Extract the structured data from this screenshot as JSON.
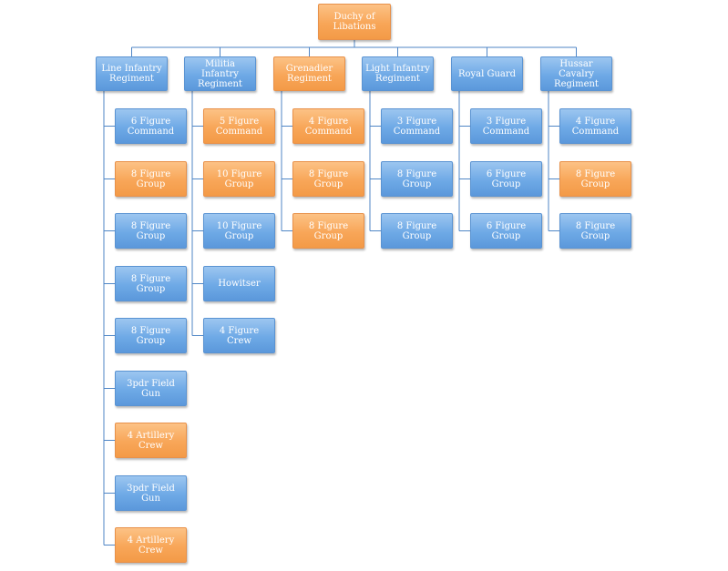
{
  "colors": {
    "blue": "#6ea9e6",
    "orange": "#f8a658",
    "connector": "#4f86c6"
  },
  "root": {
    "label": "Duchy of Libations",
    "color": "orange"
  },
  "regiments": [
    {
      "label": "Line Infantry Regiment",
      "color": "blue",
      "units": [
        {
          "label": "6 Figure Command",
          "color": "blue"
        },
        {
          "label": "8 Figure Group",
          "color": "orange"
        },
        {
          "label": "8 Figure Group",
          "color": "blue"
        },
        {
          "label": "8 Figure Group",
          "color": "blue"
        },
        {
          "label": "8 Figure Group",
          "color": "blue"
        },
        {
          "label": "3pdr Field Gun",
          "color": "blue"
        },
        {
          "label": "4 Artillery Crew",
          "color": "orange"
        },
        {
          "label": "3pdr Field Gun",
          "color": "blue"
        },
        {
          "label": "4 Artillery Crew",
          "color": "orange"
        }
      ]
    },
    {
      "label": "Militia Infantry Regiment",
      "color": "blue",
      "units": [
        {
          "label": "5 Figure Command",
          "color": "orange"
        },
        {
          "label": "10 Figure Group",
          "color": "orange"
        },
        {
          "label": "10 Figure Group",
          "color": "blue"
        },
        {
          "label": "Howitser",
          "color": "blue"
        },
        {
          "label": "4 Figure Crew",
          "color": "blue"
        }
      ]
    },
    {
      "label": "Grenadier Regiment",
      "color": "orange",
      "units": [
        {
          "label": "4 Figure Command",
          "color": "orange"
        },
        {
          "label": "8 Figure Group",
          "color": "orange"
        },
        {
          "label": "8 Figure Group",
          "color": "orange"
        }
      ]
    },
    {
      "label": "Light Infantry Regiment",
      "color": "blue",
      "units": [
        {
          "label": "3 Figure Command",
          "color": "blue"
        },
        {
          "label": "8 Figure Group",
          "color": "blue"
        },
        {
          "label": "8 Figure Group",
          "color": "blue"
        }
      ]
    },
    {
      "label": "Royal Guard",
      "color": "blue",
      "units": [
        {
          "label": "3 Figure Command",
          "color": "blue"
        },
        {
          "label": "6 Figure Group",
          "color": "blue"
        },
        {
          "label": "6 Figure Group",
          "color": "blue"
        }
      ]
    },
    {
      "label": "Hussar Cavalry Regiment",
      "color": "blue",
      "units": [
        {
          "label": "4 Figure Command",
          "color": "blue"
        },
        {
          "label": "8 Figure Group",
          "color": "orange"
        },
        {
          "label": "8 Figure Group",
          "color": "blue"
        }
      ]
    }
  ]
}
